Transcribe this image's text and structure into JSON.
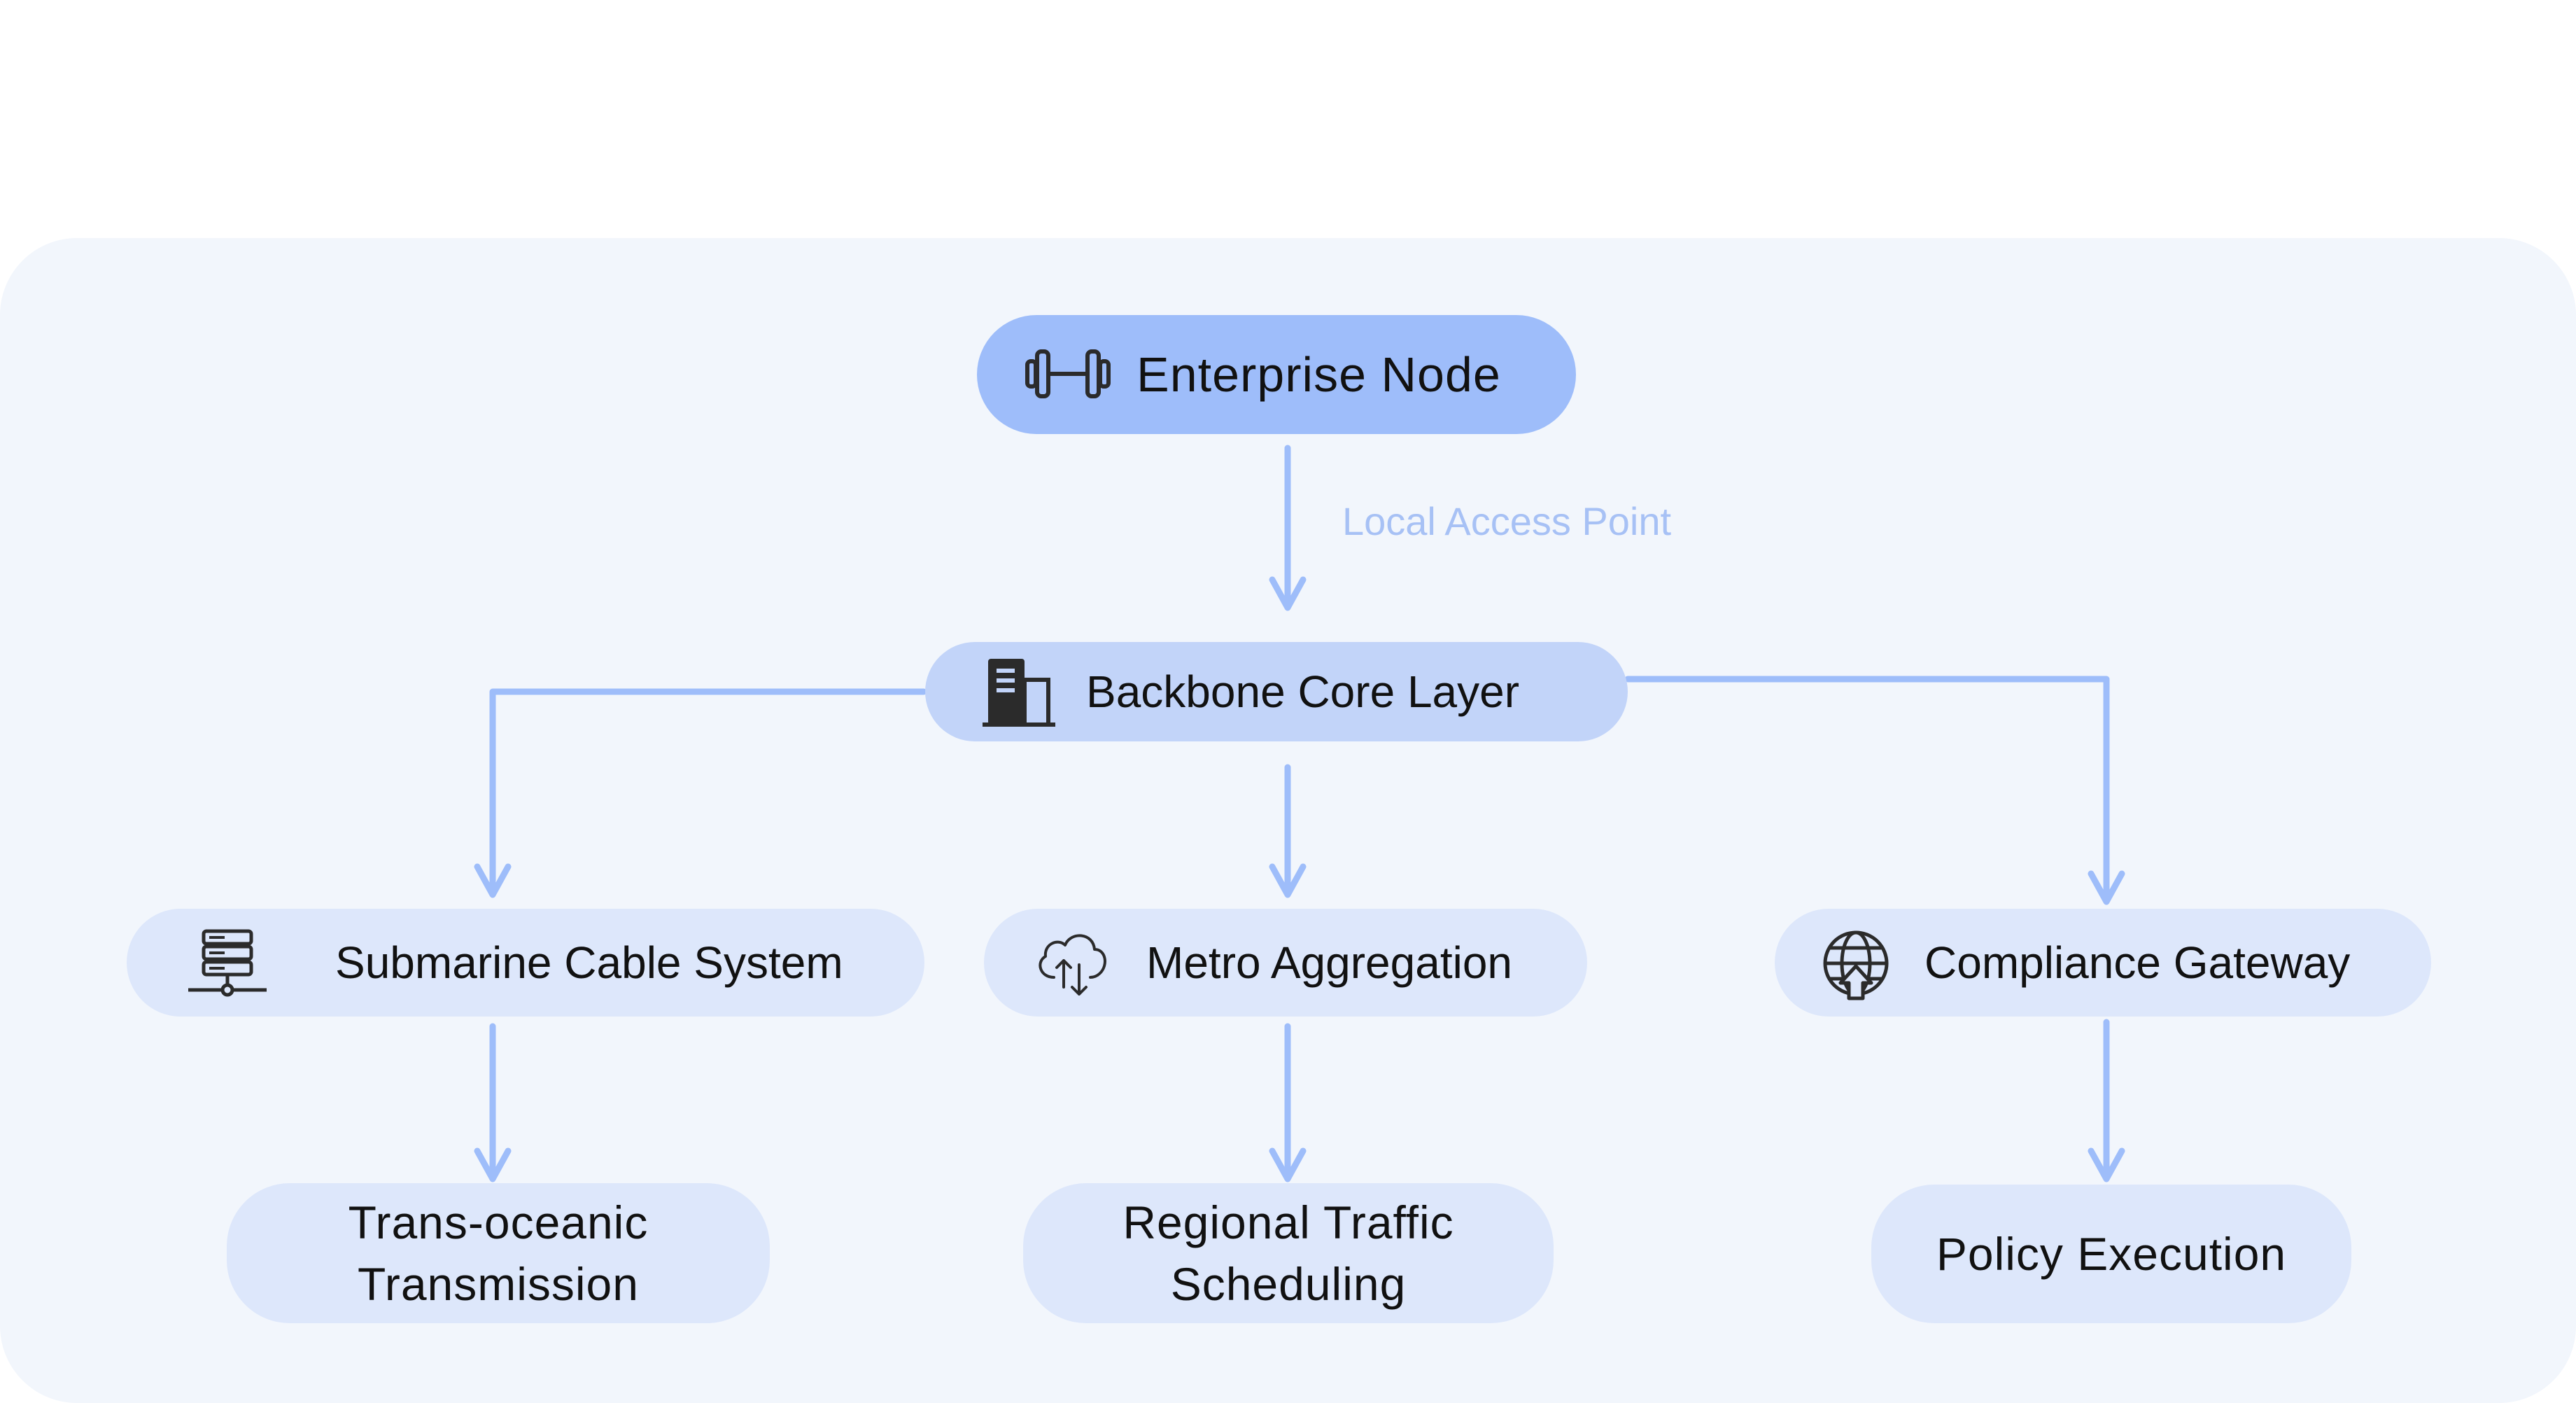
{
  "colors": {
    "panel_bg": "#f2f6fc",
    "root_fill": "#9ebdfa",
    "layer_fill": "#c2d4f9",
    "branch_fill": "#dde7fb",
    "arrow": "#9ebdfa",
    "edge_label_color": "#a7c1f5"
  },
  "nodes": {
    "enterprise": {
      "label": "Enterprise Node",
      "icon": "dumbbell-icon"
    },
    "backbone": {
      "label": "Backbone Core Layer",
      "icon": "building-icon"
    },
    "submarine": {
      "label": "Submarine Cable System",
      "icon": "server-network-icon"
    },
    "metro": {
      "label": "Metro Aggregation",
      "icon": "cloud-sync-icon"
    },
    "compliance": {
      "label": "Compliance Gateway",
      "icon": "globe-upload-icon"
    },
    "transoceanic": {
      "label": "Trans-oceanic Transmission"
    },
    "regional": {
      "label": "Regional Traffic Scheduling"
    },
    "policy": {
      "label": "Policy Execution"
    }
  },
  "edges": {
    "enterprise_to_backbone_label": "Local Access Point"
  }
}
